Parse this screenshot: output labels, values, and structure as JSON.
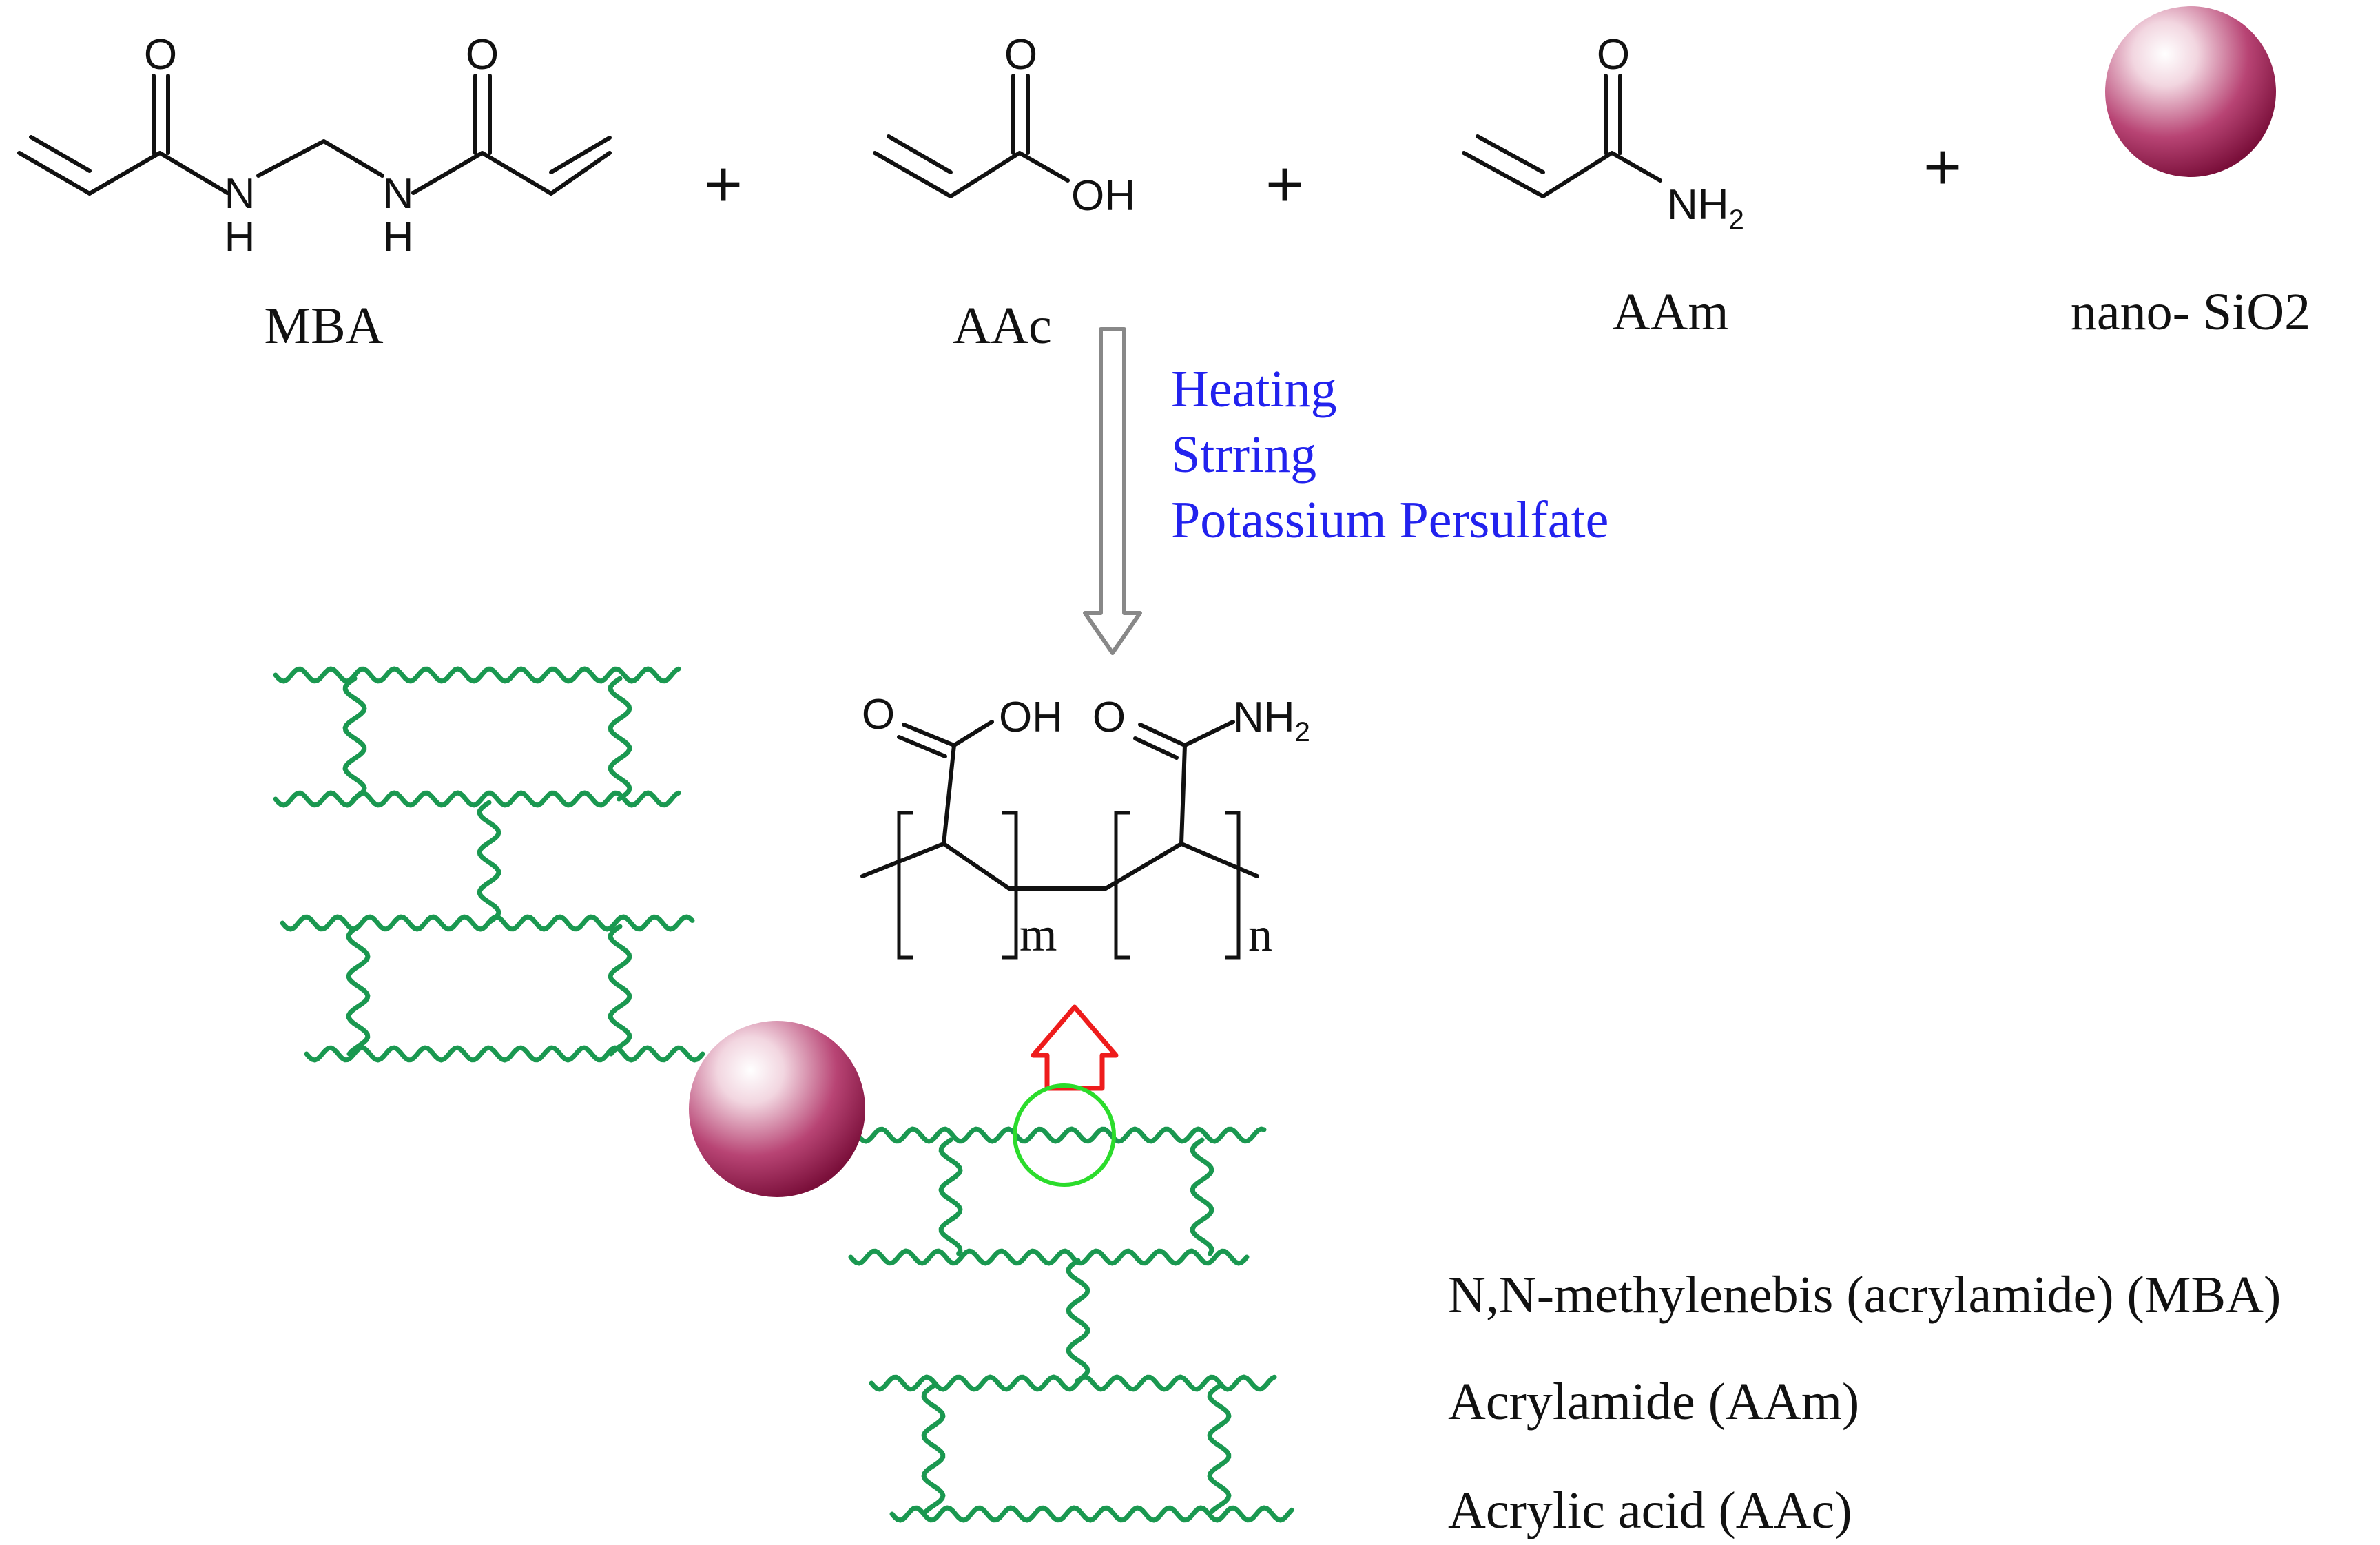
{
  "colors": {
    "bond": "#111111",
    "network_chain": "#1a9850",
    "sphere": "#9b1d4f",
    "conditions_text": "#2222ee",
    "arrow_outline": "#888888",
    "highlight_circle": "#2bdc2b",
    "highlight_arrow": "#ee1c1c"
  },
  "reactants": [
    {
      "name": "MBA",
      "atoms": {
        "o1": "O",
        "o2": "O",
        "n1": "N",
        "h1": "H",
        "n2": "N",
        "h2": "H"
      }
    },
    {
      "name": "AAc",
      "atoms": {
        "o1": "O",
        "oh": "OH"
      }
    },
    {
      "name": "AAm",
      "atoms": {
        "o1": "O",
        "nh": "NH",
        "sub2": "2"
      }
    },
    {
      "name": "nano- SiO2"
    }
  ],
  "plus_sign": "+",
  "conditions": [
    "Heating",
    "Strring",
    "Potassium Persulfate"
  ],
  "polymer": {
    "o1": "O",
    "oh": "OH",
    "o2": "O",
    "nh": "NH",
    "sub2": "2",
    "repeat_m": "m",
    "repeat_n": "n"
  },
  "legend": [
    "N,N-methylenebis (acrylamide) (MBA)",
    "Acrylamide (AAm)",
    "Acrylic acid (AAc)"
  ],
  "icons": [
    "sphere-icon",
    "down-arrow-icon",
    "up-arrow-icon",
    "highlight-circle-icon"
  ]
}
